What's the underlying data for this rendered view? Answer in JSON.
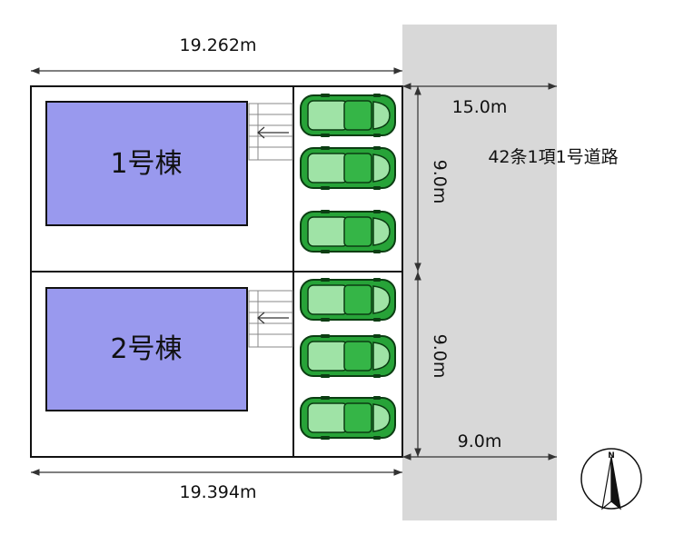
{
  "plan": {
    "top_width": "19.262m",
    "bottom_width": "19.394m",
    "road_width_top": "15.0m",
    "road_width_bottom": "9.0m",
    "lot1_depth": "9.0m",
    "lot2_depth": "9.0m",
    "road_label": "42条1項1号道路",
    "building1": "1号棟",
    "building2": "2号棟",
    "north": "N"
  },
  "colors": {
    "road": "#d8d8d8",
    "building": "#9999ee",
    "car": "#2aa63a"
  }
}
